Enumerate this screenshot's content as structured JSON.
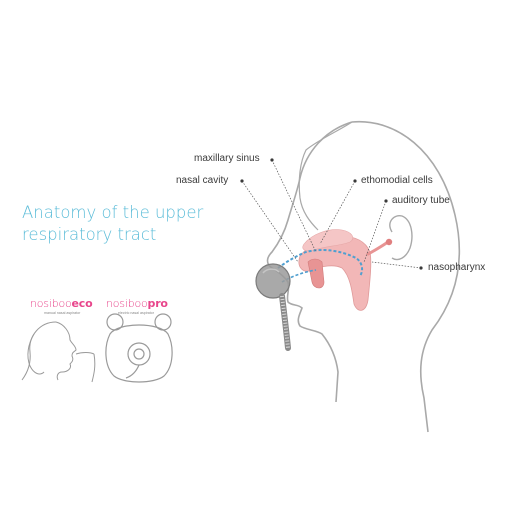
{
  "title": {
    "line1": "Anatomy of the upper",
    "line2": "respiratory tract"
  },
  "labels": {
    "maxillary_sinus": "maxillary sinus",
    "nasal_cavity": "nasal cavity",
    "ethmoidal_cells": "ethomodial cells",
    "auditory_tube": "auditory tube",
    "nasopharynx": "nasopharynx"
  },
  "products": {
    "eco": {
      "name_part1": "nosiboo",
      "name_part2": "eco",
      "subtitle": "manual nasal aspirator"
    },
    "pro": {
      "name_part1": "nosiboo",
      "name_part2": "pro",
      "subtitle": "electric nasal aspirator"
    }
  },
  "colors": {
    "title": "#5bbcd8",
    "outline": "#a9a9a9",
    "tissue": "#f2b7b7",
    "airway": "#4f9fd0",
    "brand": "#e8458b"
  }
}
